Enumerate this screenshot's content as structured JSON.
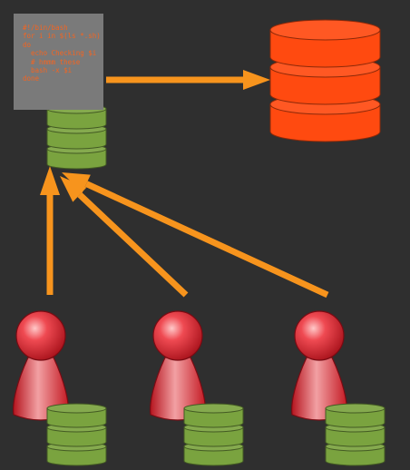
{
  "colors": {
    "background": "#2f2f2f",
    "arrow": "#f7941d",
    "script_box": "#7a7a7a",
    "script_text": "#f26522",
    "central_database": "#ff4a10",
    "local_database": "#7aa33f",
    "user_figure": "#d81e2a"
  },
  "script": {
    "lines": [
      "#!/bin/bash",
      "for i in $(ls *.sh)",
      "do",
      "  echo Checking $i",
      "  # hmmm these",
      "  bash -x $i",
      "done"
    ]
  },
  "nodes": {
    "central_database": {
      "icon": "database-icon",
      "stack_disks": 3
    },
    "script_host_database": {
      "icon": "database-icon",
      "stack_disks": 3
    },
    "users": [
      {
        "icon": "user-icon",
        "database_stack_disks": 3
      },
      {
        "icon": "user-icon",
        "database_stack_disks": 3
      },
      {
        "icon": "user-icon",
        "database_stack_disks": 3
      }
    ]
  },
  "connections": [
    {
      "from": "script",
      "to": "central_database"
    },
    {
      "from": "user_1",
      "to": "script_host_database"
    },
    {
      "from": "user_2",
      "to": "script_host_database"
    },
    {
      "from": "user_3",
      "to": "script_host_database"
    }
  ]
}
